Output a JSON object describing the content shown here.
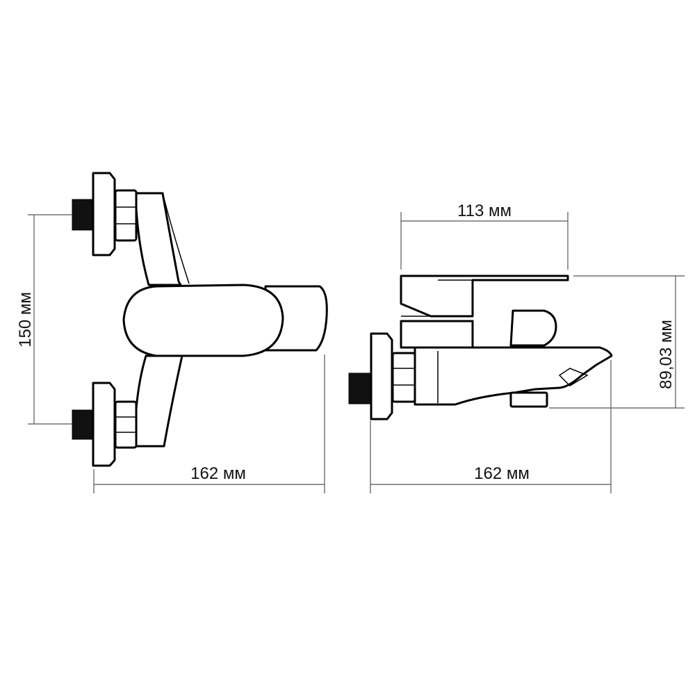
{
  "drawing": {
    "front_view": {
      "height_label": "150 мм",
      "width_label": "162 мм"
    },
    "side_view": {
      "top_width_label": "113 мм",
      "height_label": "89,03 мм",
      "width_label": "162 мм"
    }
  },
  "colors": {
    "line": "#000000",
    "background": "#ffffff",
    "dimension": "#555555"
  }
}
